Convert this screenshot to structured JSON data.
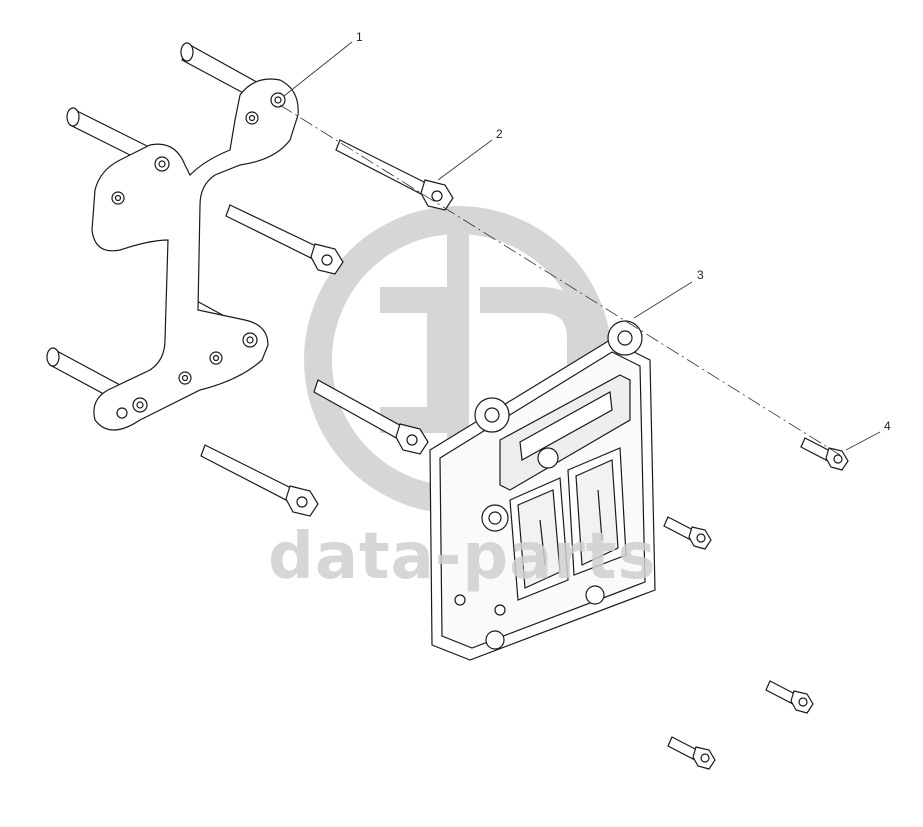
{
  "diagram": {
    "callouts": [
      {
        "id": "1",
        "label": "1"
      },
      {
        "id": "2",
        "label": "2"
      },
      {
        "id": "3",
        "label": "3"
      },
      {
        "id": "4",
        "label": "4"
      }
    ]
  },
  "watermark": {
    "text": "data-parts",
    "color": "#cfcfcf"
  },
  "colors": {
    "line": "#1a1a1a",
    "part_fill": "#ffffff",
    "shade": "#e6e6e6"
  }
}
